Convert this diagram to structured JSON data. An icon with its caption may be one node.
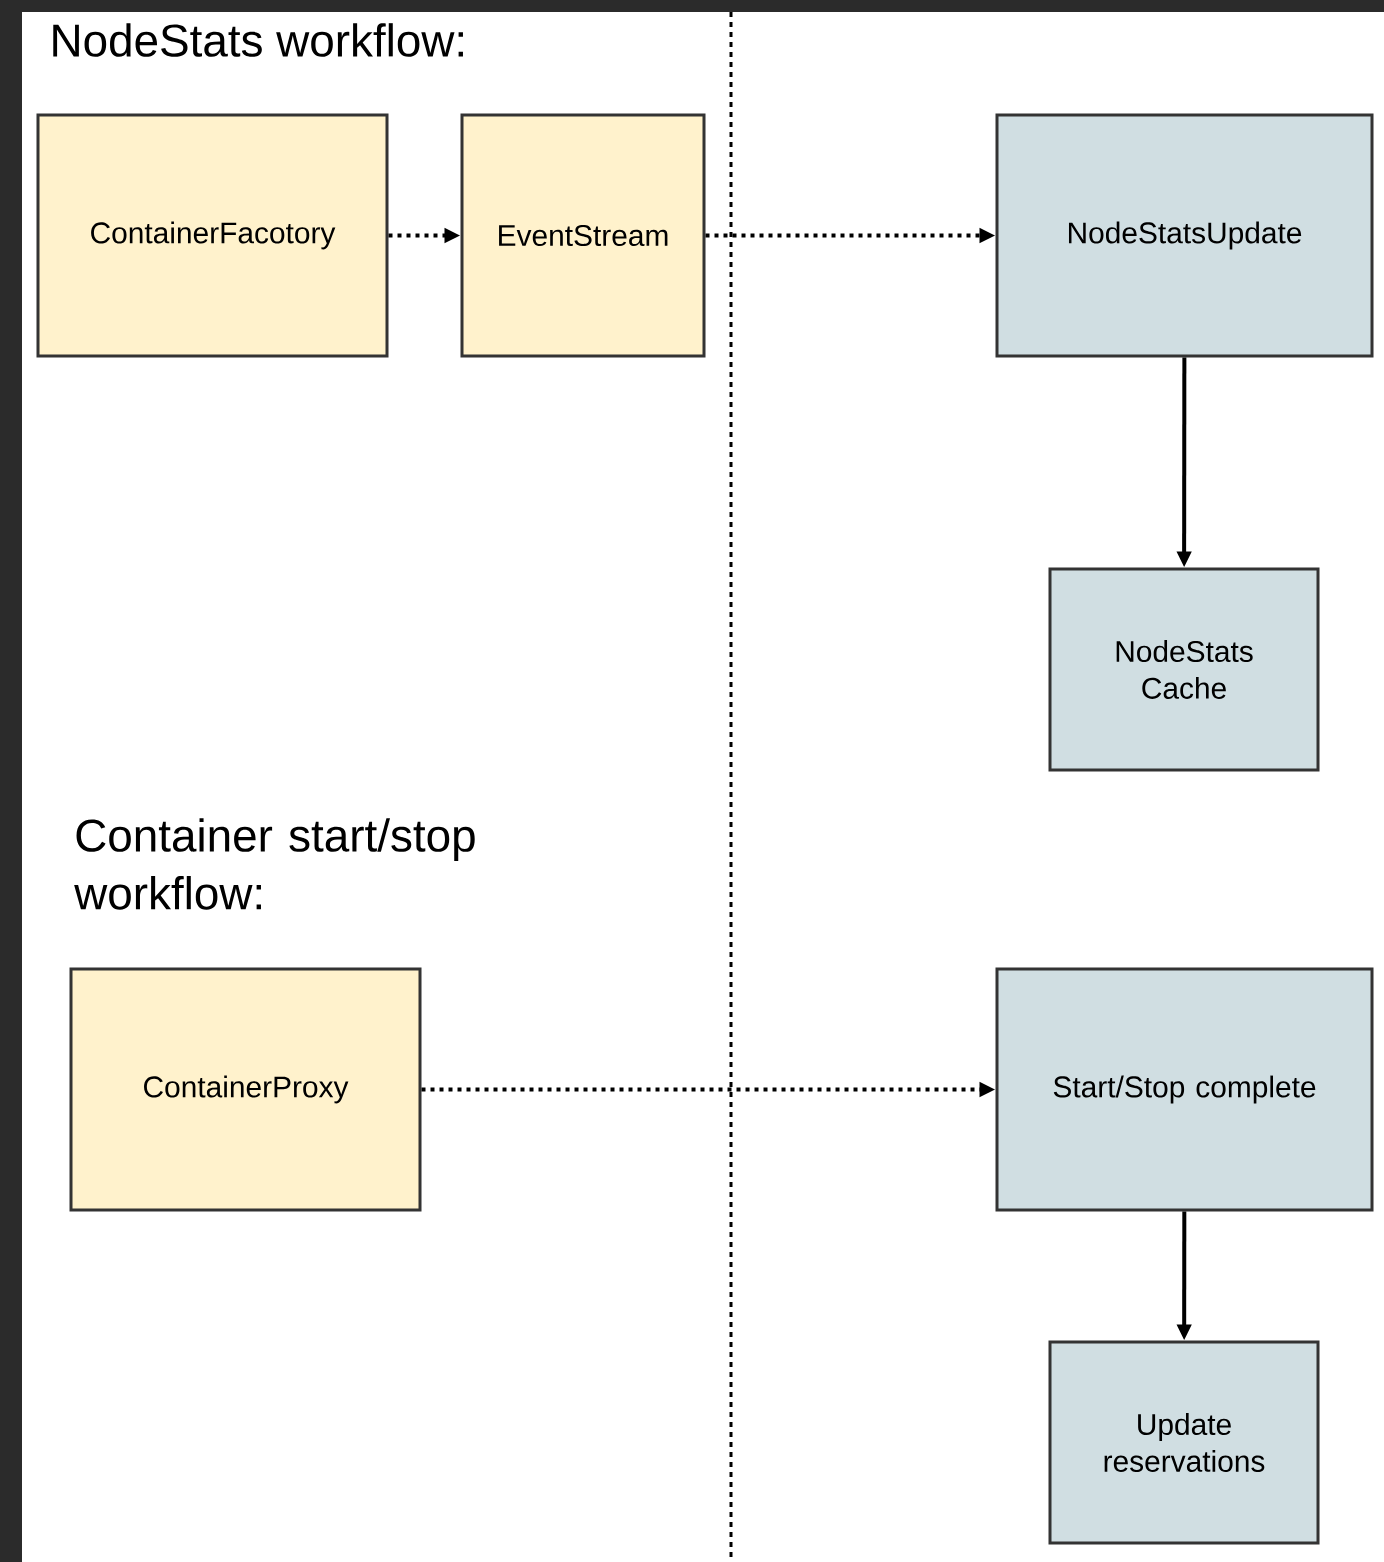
{
  "diagram": {
    "title": "NodeStats workflow:",
    "nodes": [
      {
        "text": [
          "ContainerFacotory"
        ]
      },
      {
        "text": [
          "EventStream"
        ]
      },
      {
        "text": [
          "NodeStatsUpdate"
        ]
      },
      {
        "text": [
          "NodeStats Cache"
        ]
      },
      {
        "text": [
          "ContainerProxy"
        ]
      },
      {
        "text": [
          "Start/Stop complete"
        ]
      },
      {
        "text": [
          "Update reservations"
        ]
      }
    ],
    "edges": [
      {
        "from": 0,
        "to": 1,
        "arrow": "to",
        "style": "dashed"
      },
      {
        "from": 1,
        "to": 2,
        "arrow": "to",
        "style": "dashed"
      },
      {
        "from": 2,
        "to": 3,
        "arrow": "to"
      },
      {
        "from": 4,
        "to": 5,
        "arrow": "to",
        "style": "dashed"
      },
      {
        "from": 5,
        "to": 6,
        "arrow": "to"
      }
    ],
    "labels": [
      "Container start/stop workflow:"
    ]
  }
}
